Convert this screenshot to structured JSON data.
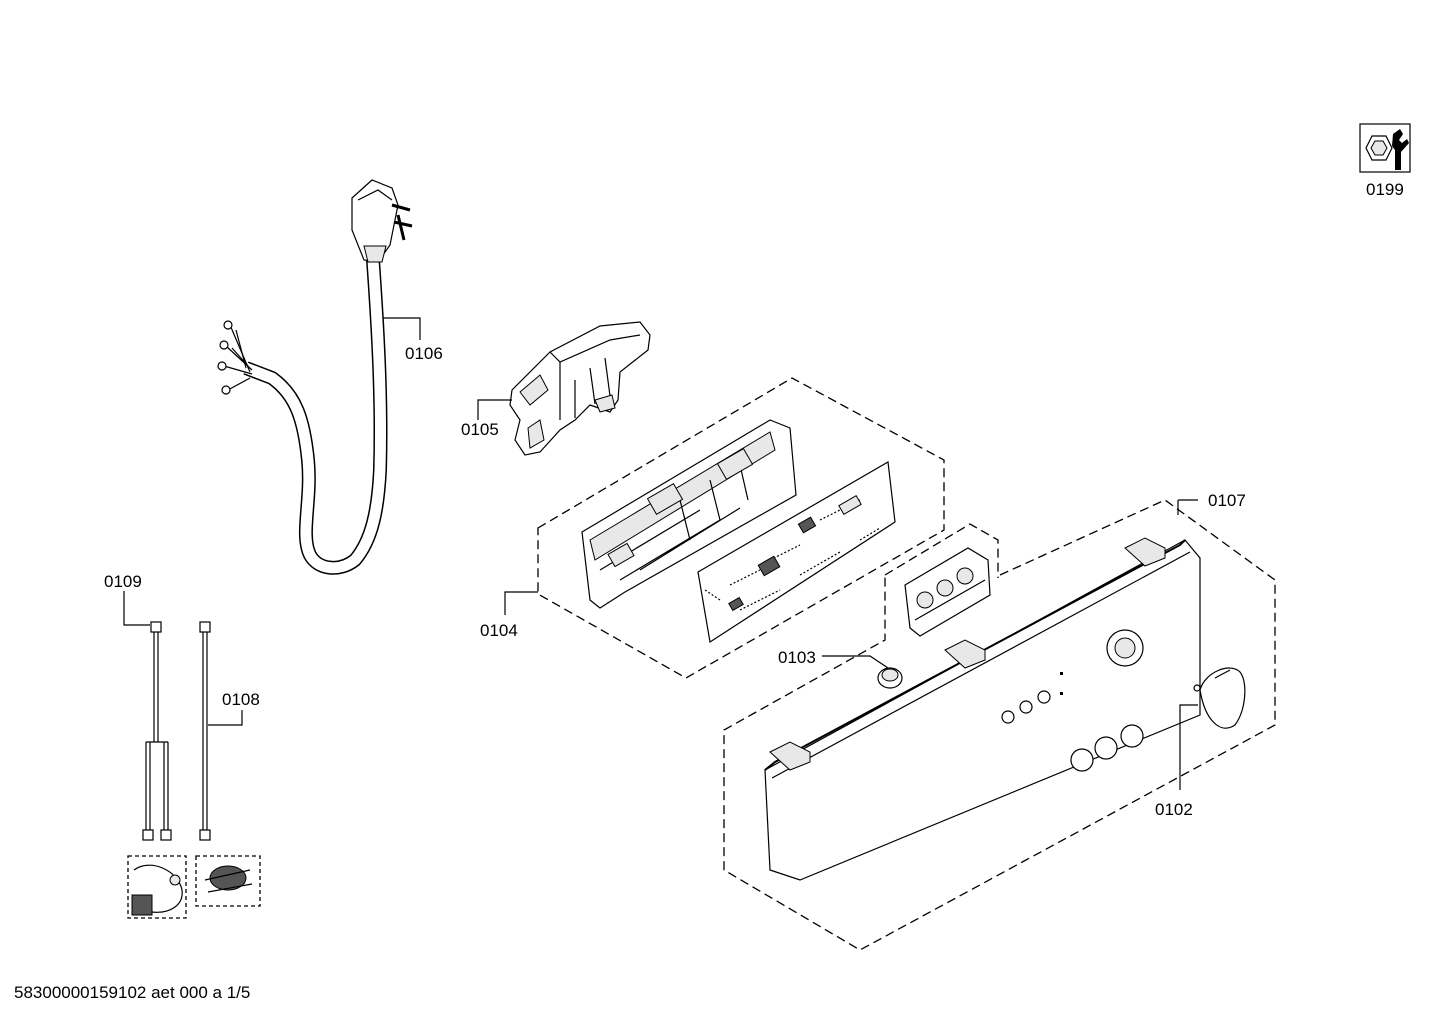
{
  "parts": {
    "p0199": "0199",
    "p0106": "0106",
    "p0105": "0105",
    "p0104": "0104",
    "p0107": "0107",
    "p0103": "0103",
    "p0102": "0102",
    "p0109": "0109",
    "p0108": "0108"
  },
  "footer": "58300000159102 aet 000 a 1/5",
  "icons": {
    "service_tool": "wrench-nut-icon"
  }
}
